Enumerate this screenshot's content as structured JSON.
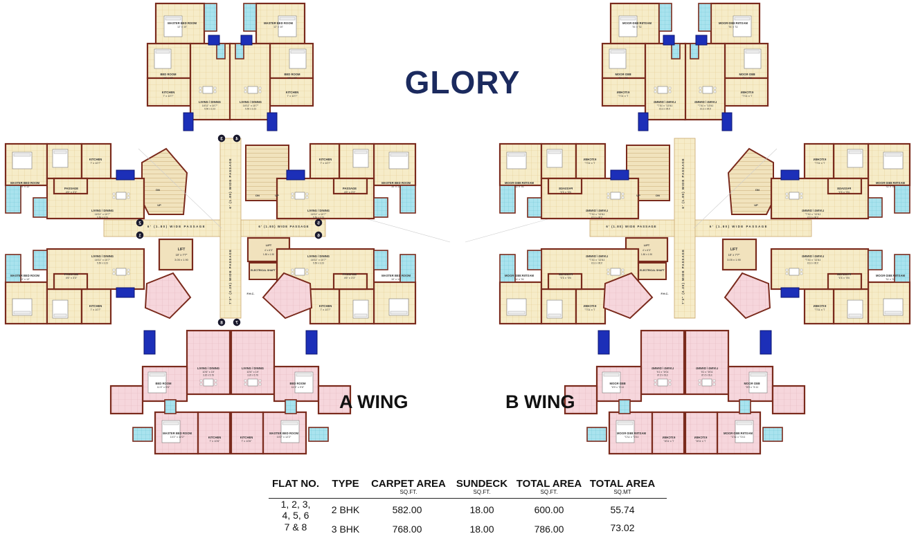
{
  "title": "GLORY",
  "wings": {
    "a": "A WING",
    "b": "B WING"
  },
  "room_labels": {
    "master_bed_room": "MASTER BED ROOM",
    "bed_room": "BED ROOM",
    "kitchen": "KITCHEN",
    "living_dining": "LIVING / DINING",
    "passage": "PASSAGE",
    "lift": "LIFT",
    "electrical_shaft": "ELECTRICAL SHAFT",
    "fhc": "F.H.C.",
    "wide_passage_6": "6' (1.80) WIDE PASSAGE",
    "wide_passage_7": "7'3\" (2.20) WIDE PASSAGE",
    "up": "UP",
    "dn": "DN"
  },
  "dimensions": {
    "lift_large": "10' x 7'7\"",
    "lift_large_m": "3.05 x 1.90",
    "lift_small": "4' x 6'3\"",
    "lift_small_m": "1.80 x 1.90",
    "living_dining_2bhk": "18'11\" x 10'7\"",
    "living_dining_2bhk_m": "5.50 x 3.23",
    "living_dining_3bhk": "10'6\" x 19'",
    "living_dining_3bhk_m": "3.20 x 5.76",
    "master_2bhk": "12' x 10'",
    "kitchen_2bhk": "7' x 10'7\"",
    "bed_2bhk": "10' x 12'",
    "passage_2bhk": "4'6\" x 3'3\"",
    "bed_3bhk": "11'4\" x 9'6\"",
    "master_3bhk": "10'2\" x 12'2\"",
    "kitchen_3bhk": "7' x 10'6\""
  },
  "flat_numbers": [
    "1",
    "2",
    "3",
    "4",
    "5",
    "6",
    "7",
    "8"
  ],
  "table": {
    "headers": [
      {
        "label": "FLAT NO.",
        "unit": ""
      },
      {
        "label": "TYPE",
        "unit": ""
      },
      {
        "label": "CARPET AREA",
        "unit": "SQ.FT."
      },
      {
        "label": "SUNDECK",
        "unit": "SQ.FT."
      },
      {
        "label": "TOTAL AREA",
        "unit": "SQ.FT."
      },
      {
        "label": "TOTAL AREA",
        "unit": "SQ.MT"
      }
    ],
    "rows": [
      {
        "flat": "1, 2, 3,",
        "flat2": "4, 5, 6",
        "type": "2 BHK",
        "carpet": "582.00",
        "sundeck": "18.00",
        "total_sqft": "600.00",
        "total_sqmt": "55.74"
      },
      {
        "flat": "7 & 8",
        "flat2": "",
        "type": "3 BHK",
        "carpet": "768.00",
        "sundeck": "18.00",
        "total_sqft": "786.00",
        "total_sqmt": "73.02"
      }
    ]
  },
  "colors": {
    "wall": "#7a2a1c",
    "floor_yellow": "#f6ecc8",
    "floor_pink": "#f6d6dc",
    "tile_grid": "#e2c98e",
    "bath_cyan": "#7fd6e6",
    "sundeck_blue": "#1c2fb8",
    "title_navy": "#1b2a5e",
    "furniture": "#ffffff"
  }
}
